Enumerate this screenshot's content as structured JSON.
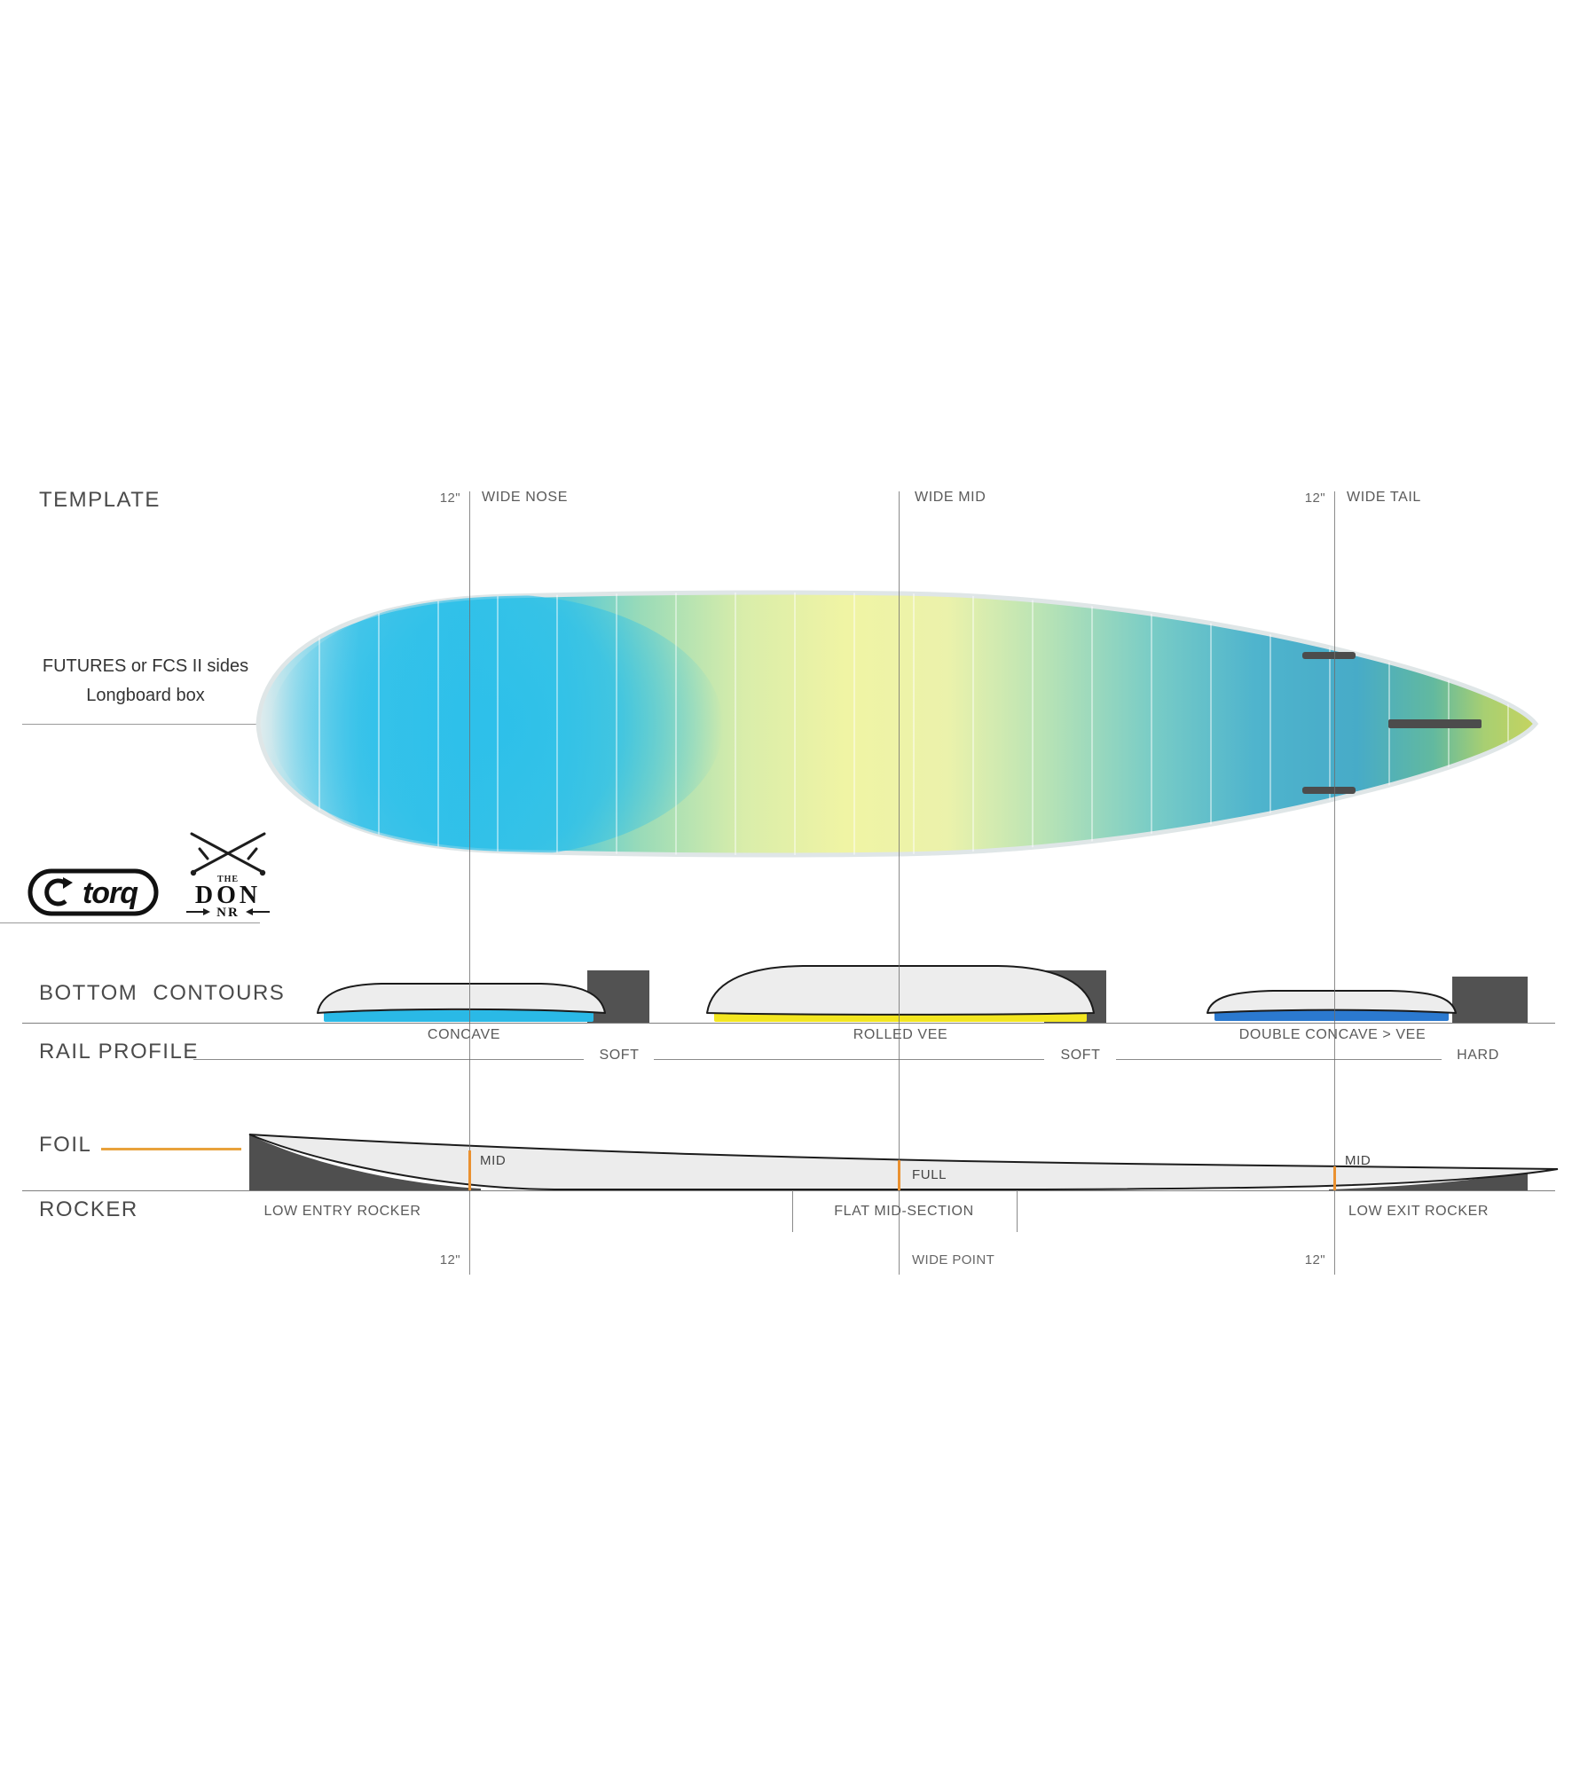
{
  "template": {
    "heading": "TEMPLATE",
    "nose_offset": "12\"",
    "wide_nose": "WIDE NOSE",
    "wide_mid": "WIDE MID",
    "tail_offset": "12\"",
    "wide_tail": "WIDE TAIL",
    "fin_note_line1": "FUTURES or FCS II sides",
    "fin_note_line2": "Longboard box"
  },
  "branding": {
    "brand": "torq",
    "model_prefix": "THE",
    "model_name": "DON",
    "model_suffix": "NR"
  },
  "bottom_contours": {
    "heading": "BOTTOM CONTOURS",
    "labels": [
      "CONCAVE",
      "ROLLED VEE",
      "DOUBLE CONCAVE > VEE"
    ],
    "colors": {
      "concave_band": "#2ab9e6",
      "rolled_vee_band": "#f3e620",
      "double_concave_band": "#2b79cf"
    }
  },
  "rail_profile": {
    "heading": "RAIL PROFILE",
    "labels": [
      "SOFT",
      "SOFT",
      "HARD"
    ]
  },
  "foil": {
    "heading": "FOIL",
    "labels": [
      "MID",
      "FULL",
      "MID"
    ],
    "accent_color": "#ea9130"
  },
  "rocker": {
    "heading": "ROCKER",
    "labels": [
      "LOW ENTRY ROCKER",
      "FLAT MID-SECTION",
      "LOW EXIT ROCKER"
    ],
    "nose_offset": "12\"",
    "wide_point": "WIDE POINT",
    "tail_offset": "12\""
  }
}
